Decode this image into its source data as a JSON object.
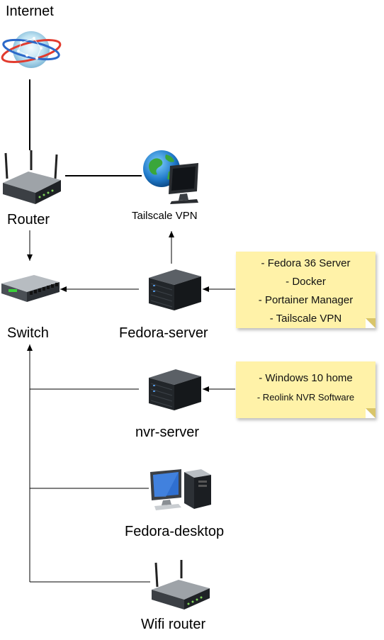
{
  "nodes": {
    "internet": "Internet",
    "router": "Router",
    "tailscale": "Tailscale VPN",
    "switch": "Switch",
    "fedora_server": "Fedora-server",
    "nvr_server": "nvr-server",
    "fedora_desktop": "Fedora-desktop",
    "wifi_router": "Wifi router"
  },
  "notes": {
    "fedora_server": [
      "- Fedora 36 Server",
      "- Docker",
      "- Portainer Manager",
      "- Tailscale VPN"
    ],
    "nvr_server": [
      "- Windows 10 home",
      "- Reolink NVR Software"
    ]
  },
  "icons": {
    "internet": "globe-network-icon",
    "router": "router-icon",
    "tailscale": "globe-monitor-icon",
    "switch": "network-switch-icon",
    "fedora_server": "server-icon",
    "nvr_server": "server-icon",
    "fedora_desktop": "desktop-computer-icon",
    "wifi_router": "wifi-router-icon"
  },
  "colors": {
    "note_fill": "#fff2a8",
    "line": "#000000"
  }
}
